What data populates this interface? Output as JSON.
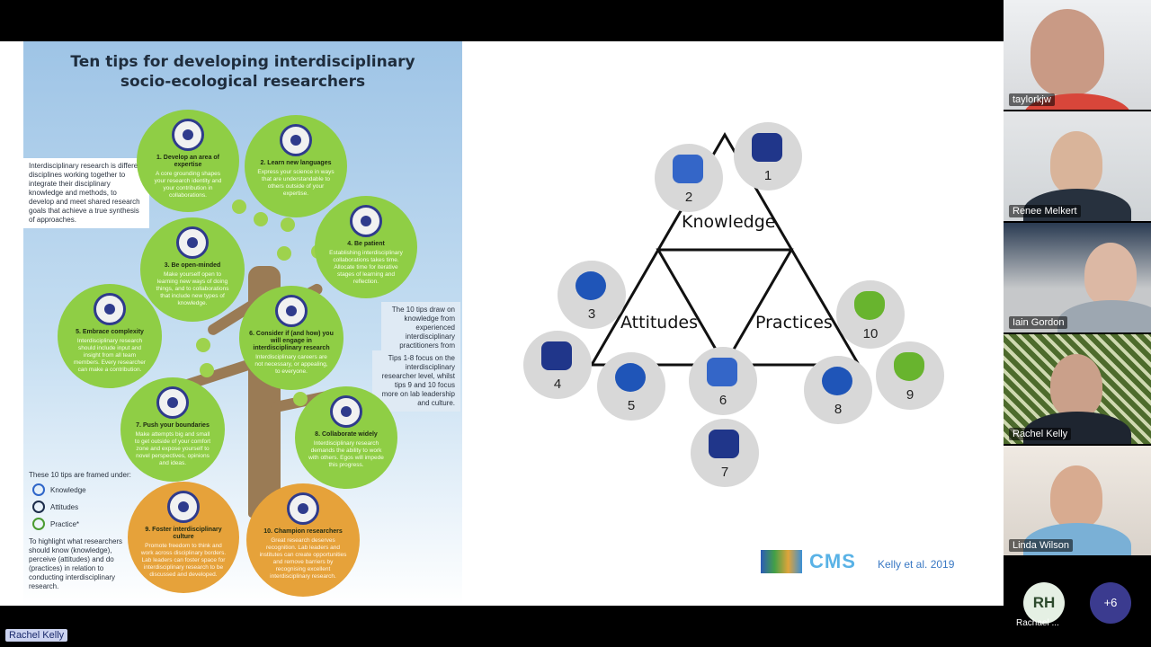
{
  "poster": {
    "title_line1": "Ten tips for developing interdisciplinary",
    "title_line2": "socio-ecological researchers",
    "intro": "Interdisciplinary research is different disciplines working together to integrate their disciplinary knowledge and methods, to develop and meet shared research goals that achieve a true synthesis of approaches.",
    "side_note_1": "The 10 tips draw on knowledge from experienced interdisciplinary practitioners from around the world.",
    "side_note_2": "Tips 1-8 focus on the interdisciplinary researcher level, whilst tips 9 and 10 focus more on lab leadership and culture.",
    "legend_title": "These 10 tips are framed under:",
    "legend_items": [
      "Knowledge",
      "Attitudes",
      "Practice*"
    ],
    "legend_foot": "To highlight what researchers should know (knowledge), perceive (attitudes) and do (practices) in relation to conducting interdisciplinary research.",
    "tips": [
      {
        "title": "1. Develop an area of expertise",
        "text": "A core grounding shapes your research identity and your contribution in collaborations."
      },
      {
        "title": "2. Learn new languages",
        "text": "Express your science in ways that are understandable to others outside of your expertise."
      },
      {
        "title": "3. Be open-minded",
        "text": "Make yourself open to learning new ways of doing things, and to collaborations that include new types of knowledge."
      },
      {
        "title": "4. Be patient",
        "text": "Establishing interdisciplinary collaborations takes time. Allocate time for iterative stages of learning and reflection."
      },
      {
        "title": "5. Embrace complexity",
        "text": "Interdisciplinary research should include input and insight from all team members. Every researcher can make a contribution."
      },
      {
        "title": "6. Consider if (and how) you will engage in interdisciplinary research",
        "text": "Interdisciplinary careers are not necessary, or appealing, to everyone."
      },
      {
        "title": "7. Push your boundaries",
        "text": "Make attempts big and small to get outside of your comfort zone and expose yourself to novel perspectives, opinions and ideas."
      },
      {
        "title": "8. Collaborate widely",
        "text": "Interdisciplinary research demands the ability to work with others. Egos will impede this progress."
      },
      {
        "title": "9. Foster interdisciplinary culture",
        "text": "Promote freedom to think and work across disciplinary borders. Lab leaders can foster space for interdisciplinary research to be discussed and developed."
      },
      {
        "title": "10. Champion researchers",
        "text": "Great research deserves recognition. Lab leaders and institutes can create opportunities and remove barriers by recognising excellent interdisciplinary research."
      }
    ]
  },
  "diagram": {
    "labels": {
      "knowledge": "Knowledge",
      "attitudes": "Attitudes",
      "practices": "Practices"
    },
    "numbers": [
      "1",
      "2",
      "3",
      "4",
      "5",
      "6",
      "7",
      "8",
      "9",
      "10"
    ],
    "logo_text": "CMS",
    "citation": "Kelly et al. 2019"
  },
  "participants": [
    {
      "name": "taylorkjw"
    },
    {
      "name": "Renee Melkert"
    },
    {
      "name": "Iain Gordon"
    },
    {
      "name": "Rachel Kelly"
    },
    {
      "name": "Linda Wilson"
    }
  ],
  "extra_participant": {
    "initials": "RH",
    "name": "Rachael ..."
  },
  "more_count": "+6",
  "active_speaker": "Rachel Kelly"
}
